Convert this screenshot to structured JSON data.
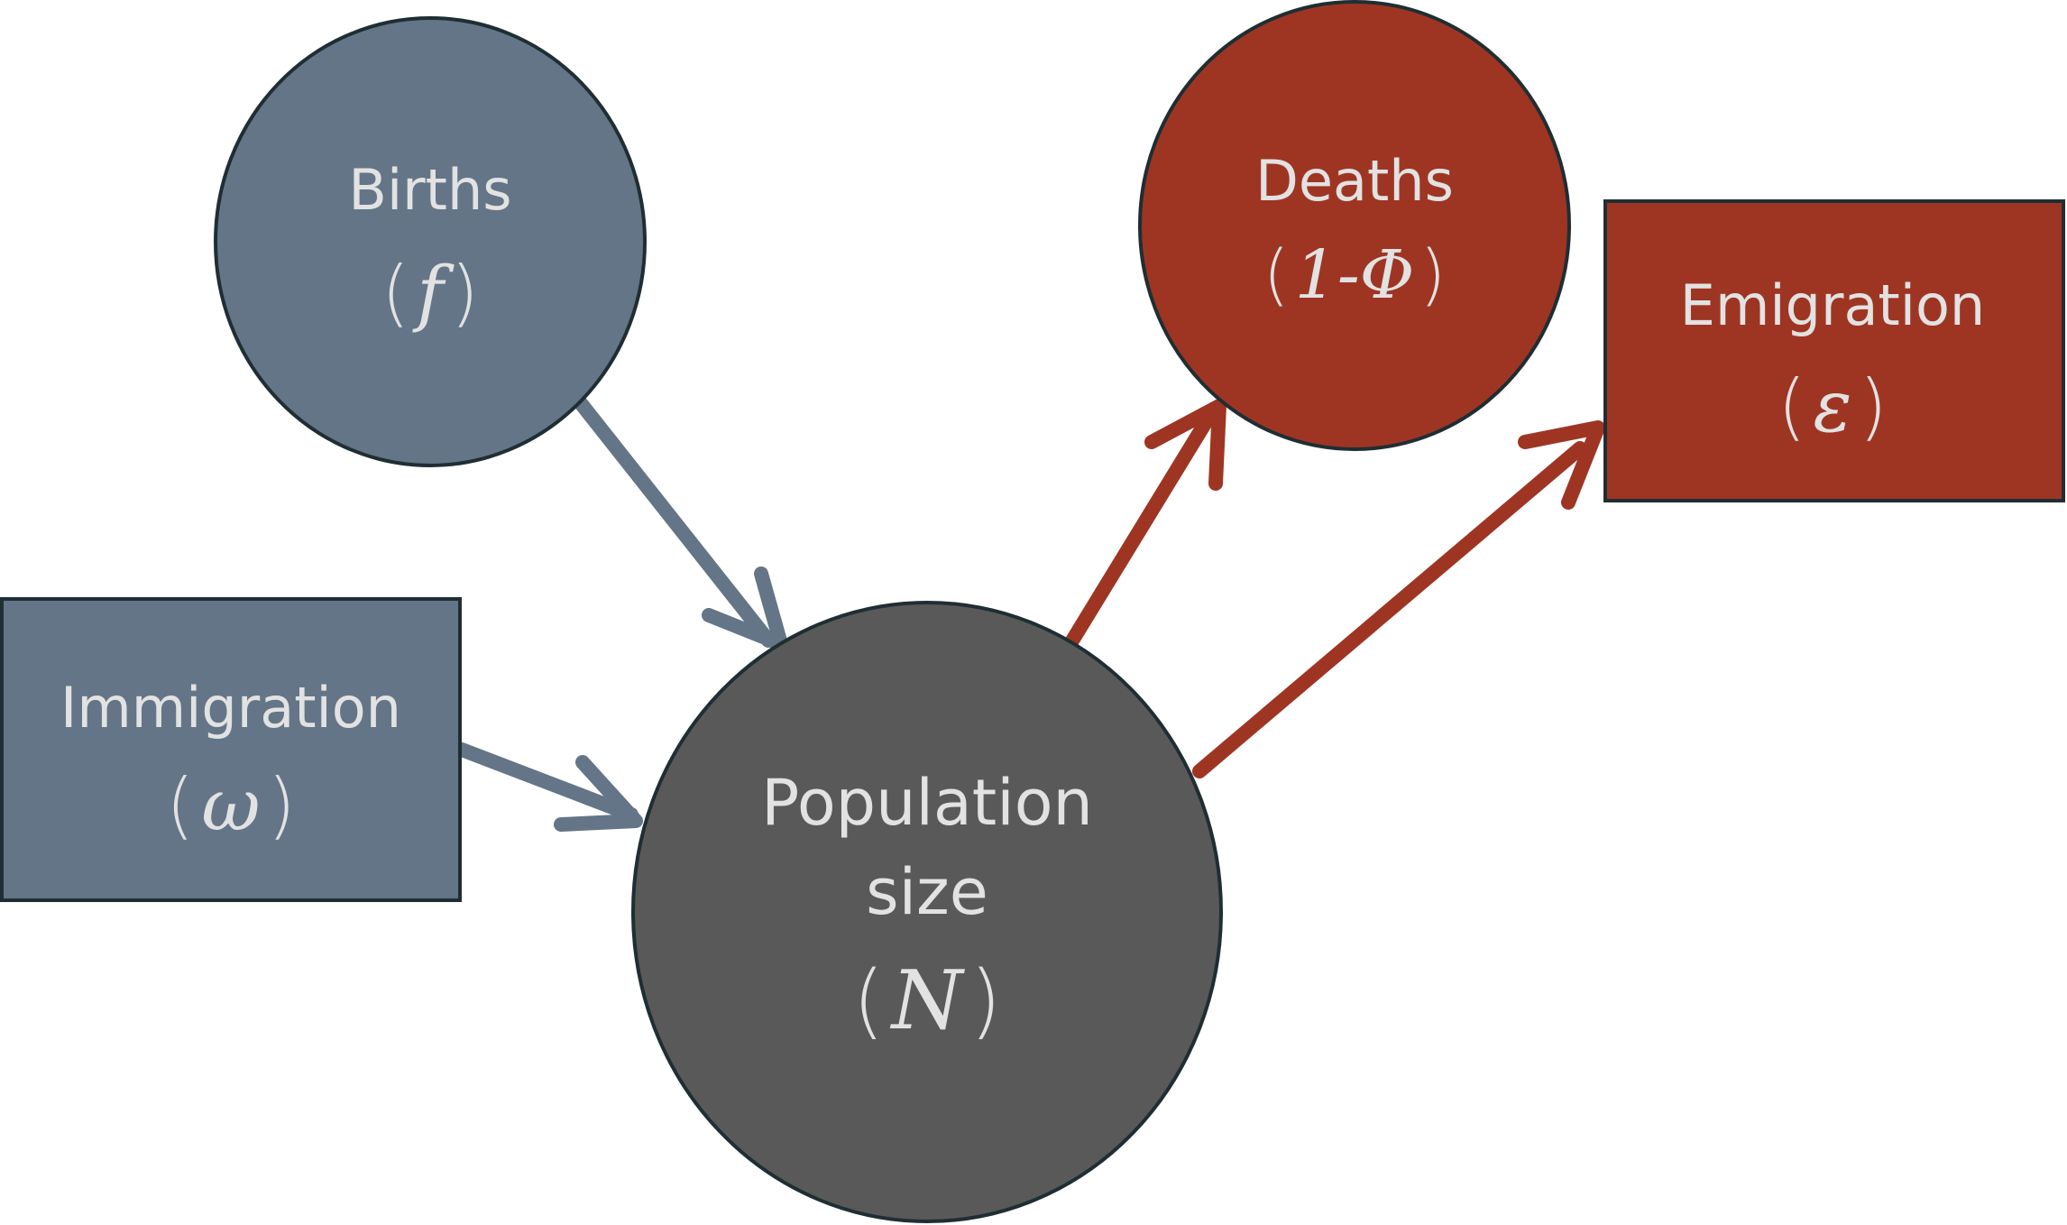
{
  "colors": {
    "blue": "#637587",
    "red": "#9e3523",
    "gray": "#595959",
    "outline": "#1f2e33",
    "text": "#e2e2e2"
  },
  "nodes": {
    "births": {
      "label": "Births",
      "open": "(",
      "symbol": "f",
      "close": ")"
    },
    "immigration": {
      "label": "Immigration",
      "open": "(",
      "symbol": "ω",
      "close": ")"
    },
    "population": {
      "label1": "Population",
      "label2": "size",
      "open": "(",
      "symbol": "N",
      "close": ")"
    },
    "deaths": {
      "label": "Deaths",
      "open": "(",
      "symbol": "1-Φ",
      "close": ")"
    },
    "emigration": {
      "label": "Emigration",
      "open": "(",
      "symbol": "ε",
      "close": ")"
    }
  },
  "edges": [
    {
      "from": "Births",
      "to": "Population size",
      "color": "#637587"
    },
    {
      "from": "Immigration",
      "to": "Population size",
      "color": "#637587"
    },
    {
      "from": "Population size",
      "to": "Deaths",
      "color": "#9e3523"
    },
    {
      "from": "Population size",
      "to": "Emigration",
      "color": "#9e3523"
    }
  ]
}
